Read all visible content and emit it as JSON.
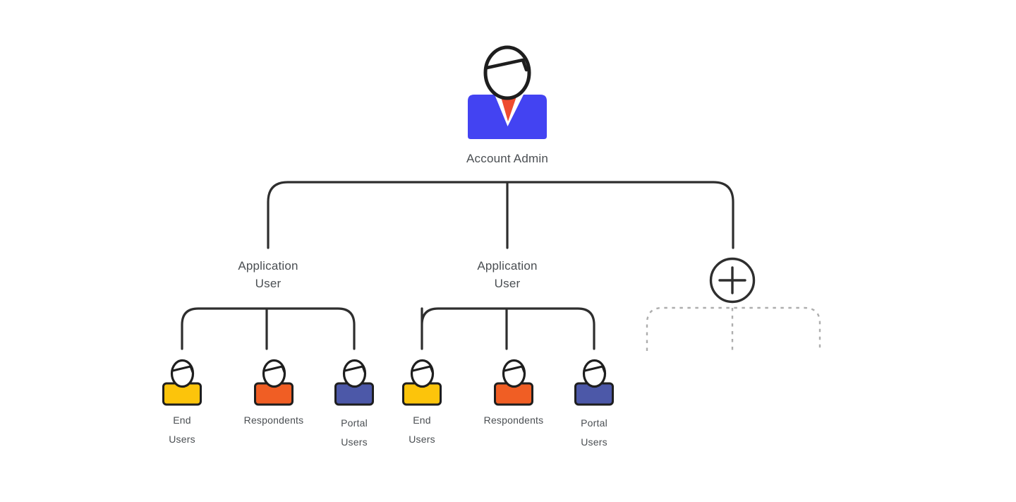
{
  "colors": {
    "connector": "#2e2e2e",
    "connector_dashed": "#aeaeae",
    "text": "#4a4e52",
    "admin_suit": "#4343F2",
    "admin_tie": "#EE4B30",
    "icon_outline": "#1e1e1e",
    "end_users_yellow": "#FCC40B",
    "respondents_orange": "#F05E24",
    "portal_users_blue": "#4C58A8"
  },
  "icons": {
    "admin": "person-suit-icon",
    "member": "person-icon",
    "add": "plus-circle-icon"
  },
  "org": {
    "admin": {
      "label": "Account Admin"
    },
    "branches": [
      {
        "label": "Application\nUser",
        "children": [
          {
            "label": "End\nUsers",
            "color": "#FCC40B"
          },
          {
            "label": "Respondents",
            "color": "#F05E24"
          },
          {
            "label": "Portal\nUsers",
            "color": "#4C58A8"
          }
        ]
      },
      {
        "label": "Application\nUser",
        "children": [
          {
            "label": "End\nUsers",
            "color": "#FCC40B"
          },
          {
            "label": "Respondents",
            "color": "#F05E24"
          },
          {
            "label": "Portal\nUsers",
            "color": "#4C58A8"
          }
        ]
      },
      {
        "type": "placeholder"
      }
    ]
  }
}
